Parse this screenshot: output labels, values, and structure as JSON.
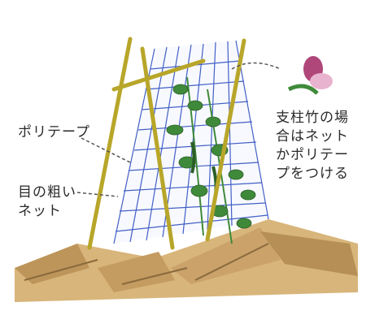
{
  "labels": {
    "polytape": "ポリテープ",
    "coarse_net_line1": "目の粗い",
    "coarse_net_line2": "ネット",
    "note_line1": "支柱竹の場",
    "note_line2": "合はネット",
    "note_line3": "かポリテー",
    "note_line4": "プをつける"
  },
  "colors": {
    "net": "#2f4fbf",
    "bamboo": "#b8a62a",
    "leaf": "#3f8a3a",
    "soil": "#c9a36a",
    "flower": "#b0477a"
  }
}
